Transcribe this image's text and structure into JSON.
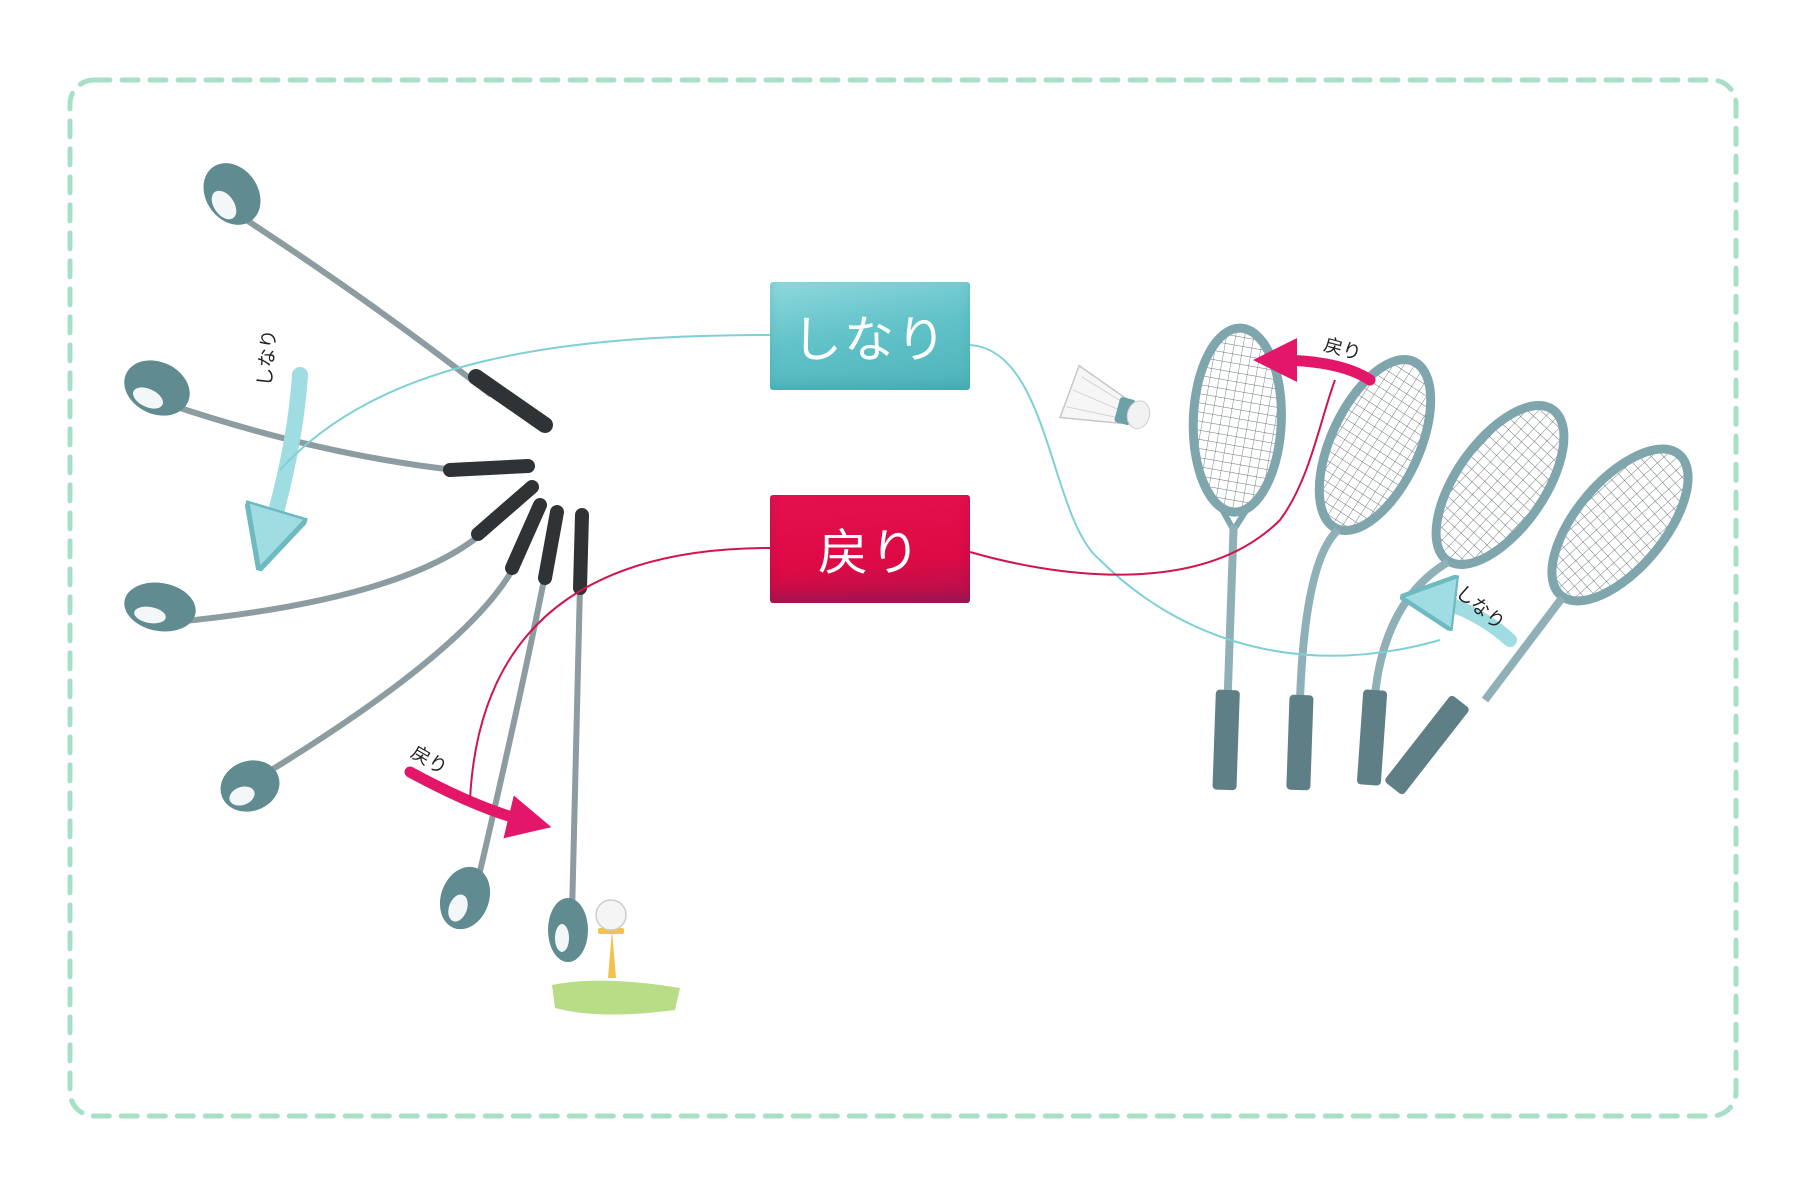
{
  "labels": {
    "shinari": "しなり",
    "modori": "戻り"
  },
  "annotations": {
    "golf_shinari": "しなり",
    "golf_modori": "戻り",
    "racket_modori": "戻り",
    "racket_shinari": "しなり"
  },
  "colors": {
    "shinari": "#62c3c9",
    "modori": "#dd0a45",
    "frame": "#a7e0c6",
    "club": "#5f8b91",
    "grip": "#2f3336",
    "racket": "#7fa6ad",
    "grass": "#b9dc86"
  }
}
